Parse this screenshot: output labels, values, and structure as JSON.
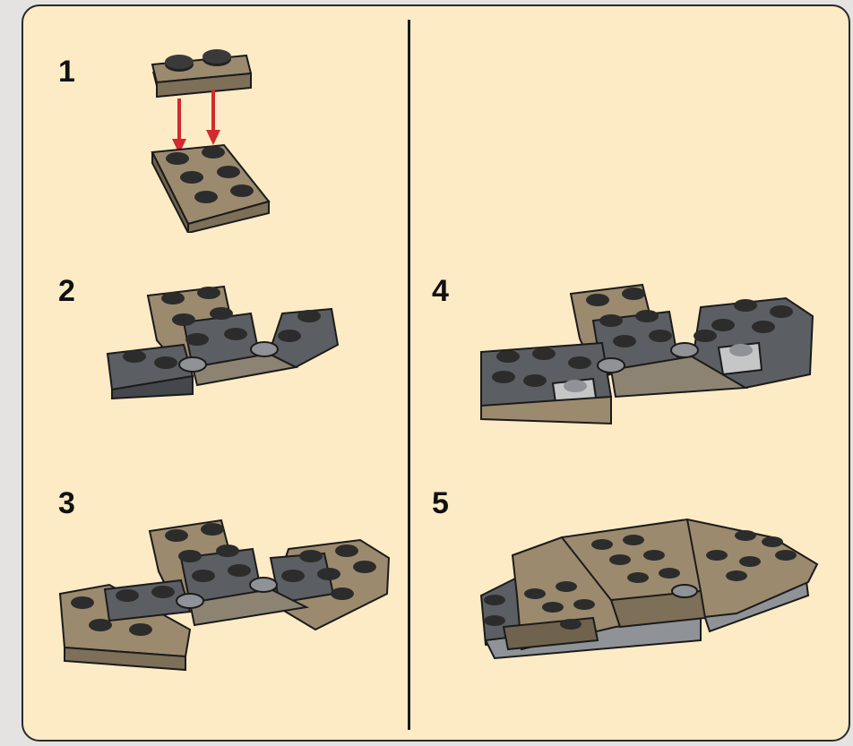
{
  "steps": [
    {
      "number": "1",
      "image": "lego-step-1-stack-plate-icon"
    },
    {
      "number": "2",
      "image": "lego-step-2-hinged-plates-icon"
    },
    {
      "number": "3",
      "image": "lego-step-3-extended-wings-icon"
    },
    {
      "number": "4",
      "image": "lego-step-4-full-base-icon"
    },
    {
      "number": "5",
      "image": "lego-step-5-tiled-cover-icon"
    }
  ],
  "colors": {
    "background": "#fdebc6",
    "page": "#e4e3e1",
    "tan": "#9b8a6e",
    "dark_gray": "#5b5e62",
    "light_gray": "#c4c6c8",
    "arrow": "#d22a2f"
  }
}
